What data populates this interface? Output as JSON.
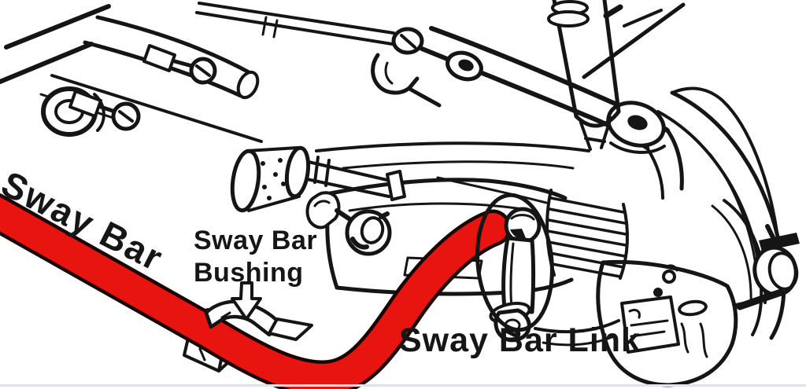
{
  "diagram": {
    "labels": {
      "sway_bar": "Sway Bar",
      "bushing_line1": "Sway Bar",
      "bushing_line2": "Bushing",
      "link": "Sway Bar Link"
    },
    "annotations": {
      "bushing_pointer": "down-arrow",
      "link_marker": "ellipse-outline"
    },
    "colors": {
      "background": "#ffffff",
      "ink": "#151515",
      "sway_bar_highlight": "#e81410",
      "sway_bar_outline": "#1a0503",
      "bottom_divider": "#dce3eb"
    }
  }
}
